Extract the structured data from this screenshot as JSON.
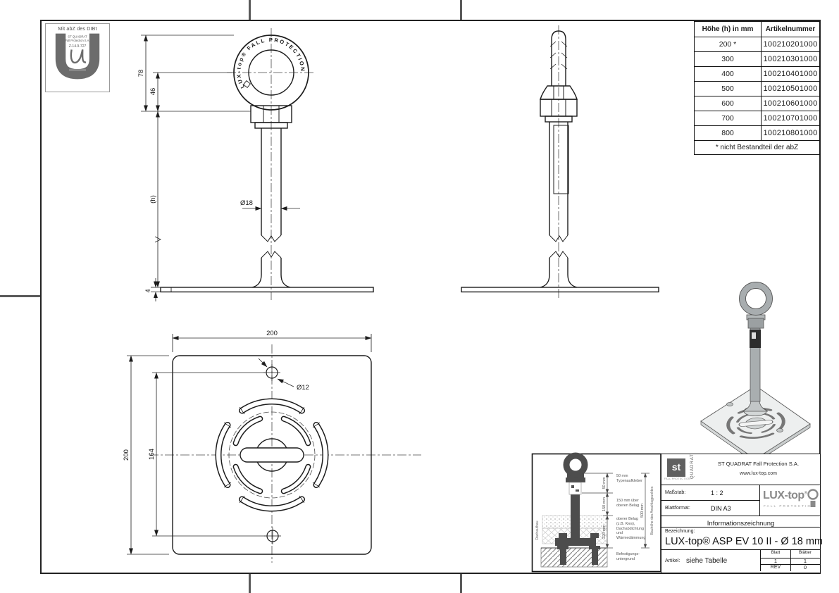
{
  "approval": {
    "title": "Mit abZ des DIBt",
    "org_line1": "ST QUADRAT",
    "org_line2": "Fall Protection S.A.",
    "cert_no": "Z-14.9-727"
  },
  "drawing": {
    "ring_text": "LUX-top® FALL PROTECTION",
    "front_dims": {
      "d78": "78",
      "d46": "46",
      "dh": "(h)",
      "rod_dia": "Ø18",
      "plate_thk": "4"
    },
    "plan_dims": {
      "width": "200",
      "height": "200",
      "hole_spacing": "164",
      "hole_dia": "Ø12"
    }
  },
  "parts_table": {
    "col_height": "Höhe (h) in mm",
    "col_article": "Artikelnummer",
    "rows": [
      {
        "h": "200 *",
        "a": "100210201000"
      },
      {
        "h": "300",
        "a": "100210301000"
      },
      {
        "h": "400",
        "a": "100210401000"
      },
      {
        "h": "500",
        "a": "100210501000"
      },
      {
        "h": "600",
        "a": "100210601000"
      },
      {
        "h": "700",
        "a": "100210701000"
      },
      {
        "h": "800",
        "a": "100210801000"
      }
    ],
    "footnote": "* nicht Bestandteil der abZ"
  },
  "install_section": {
    "dim_50": "50 mm",
    "dim_150": "150 mm",
    "dim_220": "220 mm",
    "dim_500": "500 mm",
    "bauhoehe": "Bauhöhe des Anschlagpunktes",
    "dachaufbau": "Dachaufbau",
    "note_50": "50 mm\nTypenaufkleber",
    "note_150": "150 mm über\noberen Belag",
    "note_220": "oberer Belag\n(z.B. Kies),\nDachabdichtung\nund\nWärmedämmung",
    "note_ground": "Befestigungs-\nuntergrund"
  },
  "title_block": {
    "logo_st": "st",
    "logo_quadrat": "QUADRAT",
    "logo_fp": "FALL PROTECTION",
    "company": "ST QUADRAT Fall Protection S.A.",
    "website": "www.lux-top.com",
    "scale_label": "Maßstab:",
    "scale_value": "1 : 2",
    "format_label": "Blattformat:",
    "format_value": "DIN A3",
    "brand": "LUX-top",
    "brand_reg": "®",
    "brand_sub": "FALL PROTECTION",
    "doc_type": "Informationszeichnung",
    "name_label": "Bezeichnung:",
    "name_value": "LUX-top® ASP EV 10 II - Ø 18 mm",
    "article_label": "Artikel:",
    "article_value": "siehe Tabelle",
    "sheet_label": "Blatt",
    "sheets_label": "Blätter",
    "sheet_value": "1",
    "sheets_value": "1",
    "rev_label": "REV",
    "rev_value": "0"
  }
}
